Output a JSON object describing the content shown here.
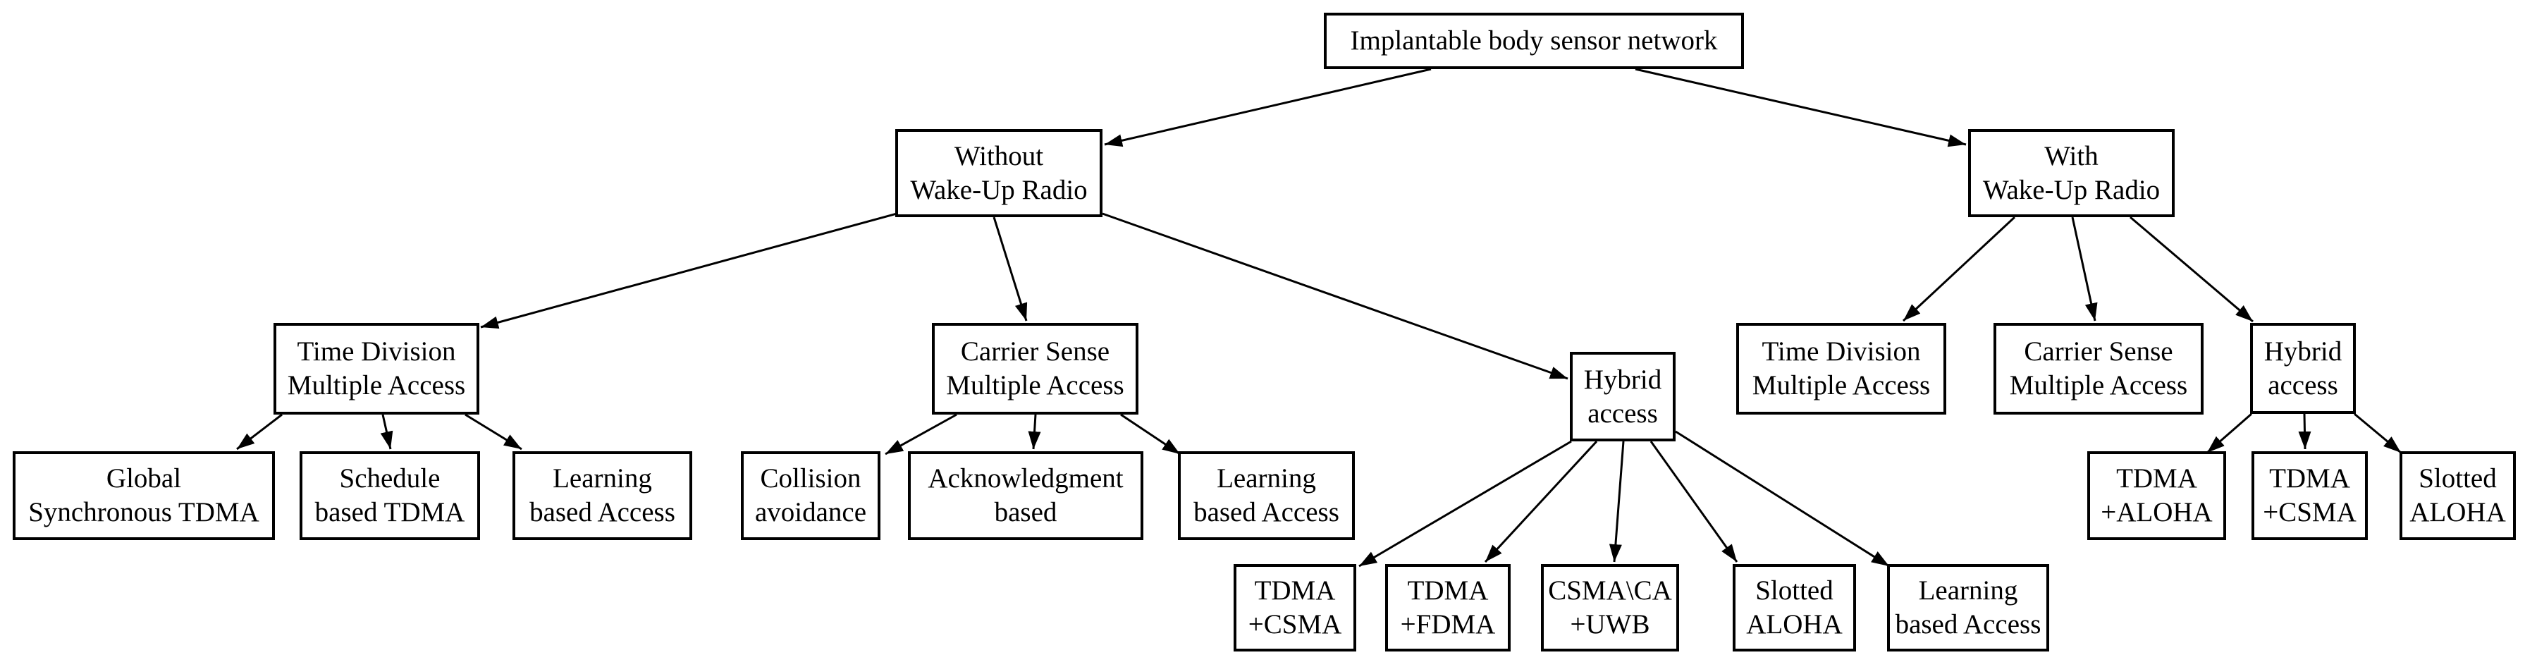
{
  "diagram_title": "Implantable body sensor network",
  "colors": {
    "background": "#ffffff",
    "box_fill": "#ffffff",
    "box_border": "#000000",
    "edge": "#000000",
    "text": "#000000"
  },
  "nodes": {
    "root": {
      "label": "Implantable body sensor network"
    },
    "withoutWur": {
      "label": "Without\nWake-Up Radio"
    },
    "withWur": {
      "label": "With\nWake-Up Radio"
    },
    "tdmaLeft": {
      "label": "Time Division\nMultiple Access"
    },
    "csmaLeft": {
      "label": "Carrier Sense\nMultiple Access"
    },
    "hybridLeft": {
      "label": "Hybrid\naccess"
    },
    "globalSyncTdma": {
      "label": "Global\nSynchronous TDMA"
    },
    "scheduleTdma": {
      "label": "Schedule\nbased TDMA"
    },
    "learningLeft": {
      "label": "Learning\nbased Access"
    },
    "collisionAvoidance": {
      "label": "Collision\navoidance"
    },
    "ackBased": {
      "label": "Acknowledgment\nbased"
    },
    "learningMid": {
      "label": "Learning\nbased Access"
    },
    "tdmaCsmaMid": {
      "label": "TDMA\n+CSMA"
    },
    "tdmaFdma": {
      "label": "TDMA\n+FDMA"
    },
    "csmaCaUwb": {
      "label": "CSMA\\CA\n+UWB"
    },
    "slottedAlohaMid": {
      "label": "Slotted\nALOHA"
    },
    "learningBottom": {
      "label": "Learning\nbased Access"
    },
    "tdmaRight": {
      "label": "Time Division\nMultiple Access"
    },
    "csmaRight": {
      "label": "Carrier Sense\nMultiple Access"
    },
    "hybridRight": {
      "label": "Hybrid\naccess"
    },
    "tdmaAloha": {
      "label": "TDMA\n+ALOHA"
    },
    "tdmaCsmaRight": {
      "label": "TDMA\n+CSMA"
    },
    "slottedAlohaRight": {
      "label": "Slotted\nALOHA"
    }
  },
  "edges": [
    {
      "from": "root",
      "to": "withoutWur"
    },
    {
      "from": "root",
      "to": "withWur"
    },
    {
      "from": "withoutWur",
      "to": "tdmaLeft"
    },
    {
      "from": "withoutWur",
      "to": "csmaLeft"
    },
    {
      "from": "withoutWur",
      "to": "hybridLeft"
    },
    {
      "from": "tdmaLeft",
      "to": "globalSyncTdma"
    },
    {
      "from": "tdmaLeft",
      "to": "scheduleTdma"
    },
    {
      "from": "tdmaLeft",
      "to": "learningLeft"
    },
    {
      "from": "csmaLeft",
      "to": "collisionAvoidance"
    },
    {
      "from": "csmaLeft",
      "to": "ackBased"
    },
    {
      "from": "csmaLeft",
      "to": "learningMid"
    },
    {
      "from": "hybridLeft",
      "to": "tdmaCsmaMid"
    },
    {
      "from": "hybridLeft",
      "to": "tdmaFdma"
    },
    {
      "from": "hybridLeft",
      "to": "csmaCaUwb"
    },
    {
      "from": "hybridLeft",
      "to": "slottedAlohaMid"
    },
    {
      "from": "hybridLeft",
      "to": "learningBottom"
    },
    {
      "from": "withWur",
      "to": "tdmaRight"
    },
    {
      "from": "withWur",
      "to": "csmaRight"
    },
    {
      "from": "withWur",
      "to": "hybridRight"
    },
    {
      "from": "hybridRight",
      "to": "tdmaAloha"
    },
    {
      "from": "hybridRight",
      "to": "tdmaCsmaRight"
    },
    {
      "from": "hybridRight",
      "to": "slottedAlohaRight"
    }
  ]
}
